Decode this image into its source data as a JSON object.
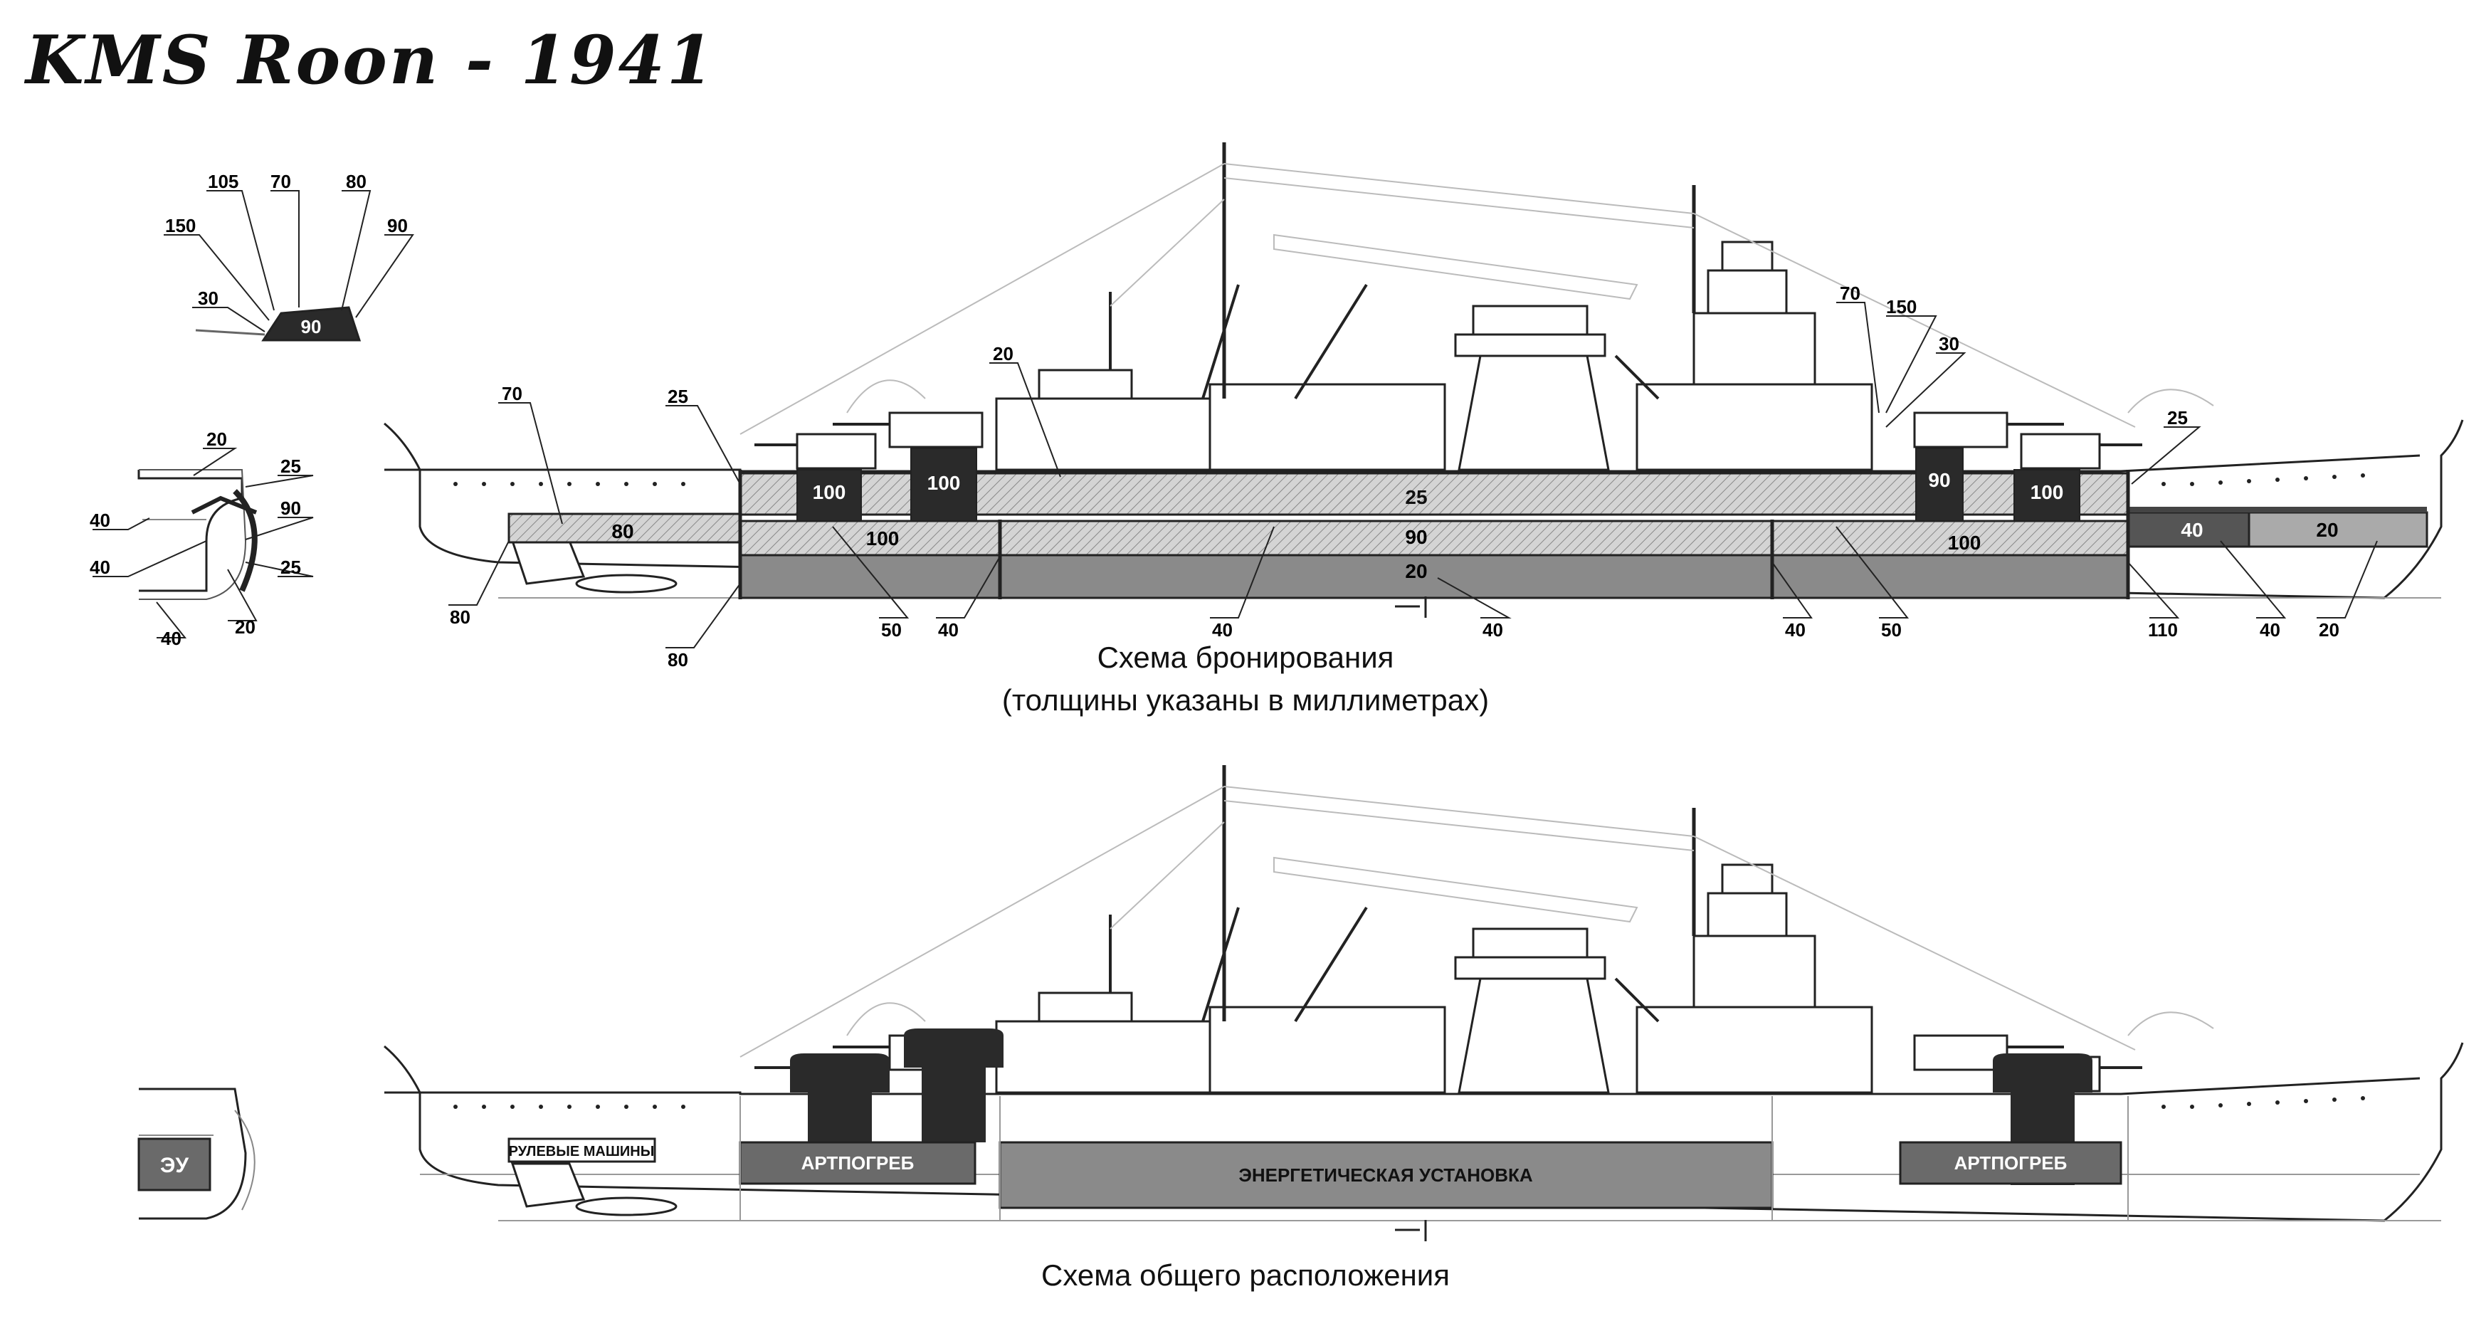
{
  "title": "KMS Roon - 1941",
  "armor_caption_line1": "Схема бронирования",
  "armor_caption_line2": "(толщины указаны в миллиметрах)",
  "layout_caption": "Схема общего расположения",
  "turret_section": {
    "labels": [
      "105",
      "70",
      "80",
      "150",
      "90",
      "30"
    ],
    "face_value": "90"
  },
  "hull_section": {
    "labels": [
      "20",
      "25",
      "40",
      "90",
      "40",
      "25",
      "20",
      "40"
    ]
  },
  "armor_profile": {
    "belt_values": [
      "100",
      "100",
      "25",
      "90",
      "100"
    ],
    "band_values": [
      "80",
      "100",
      "90",
      "20",
      "100",
      "40",
      "20"
    ],
    "callouts": [
      "70",
      "25",
      "20",
      "70",
      "150",
      "30",
      "25",
      "80",
      "80",
      "50",
      "40",
      "40",
      "40",
      "40",
      "50",
      "110",
      "40",
      "20"
    ]
  },
  "layout_profile": {
    "ey_label": "ЭУ",
    "steering_label": "РУЛЕВЫЕ МАШИНЫ",
    "magazine_fore": "АРТПОГРЕБ",
    "magazine_aft": "АРТПОГРЕБ",
    "machinery": "ЭНЕРГЕТИЧЕСКАЯ УСТАНОВКА"
  },
  "colors": {
    "dark_fill": "#2a2a2a",
    "mid_fill": "#6a6a6a",
    "light_fill": "#9a9a9a",
    "pale_fill": "#c8c8c8",
    "line": "#222222",
    "rigging": "#bbbbbb"
  }
}
